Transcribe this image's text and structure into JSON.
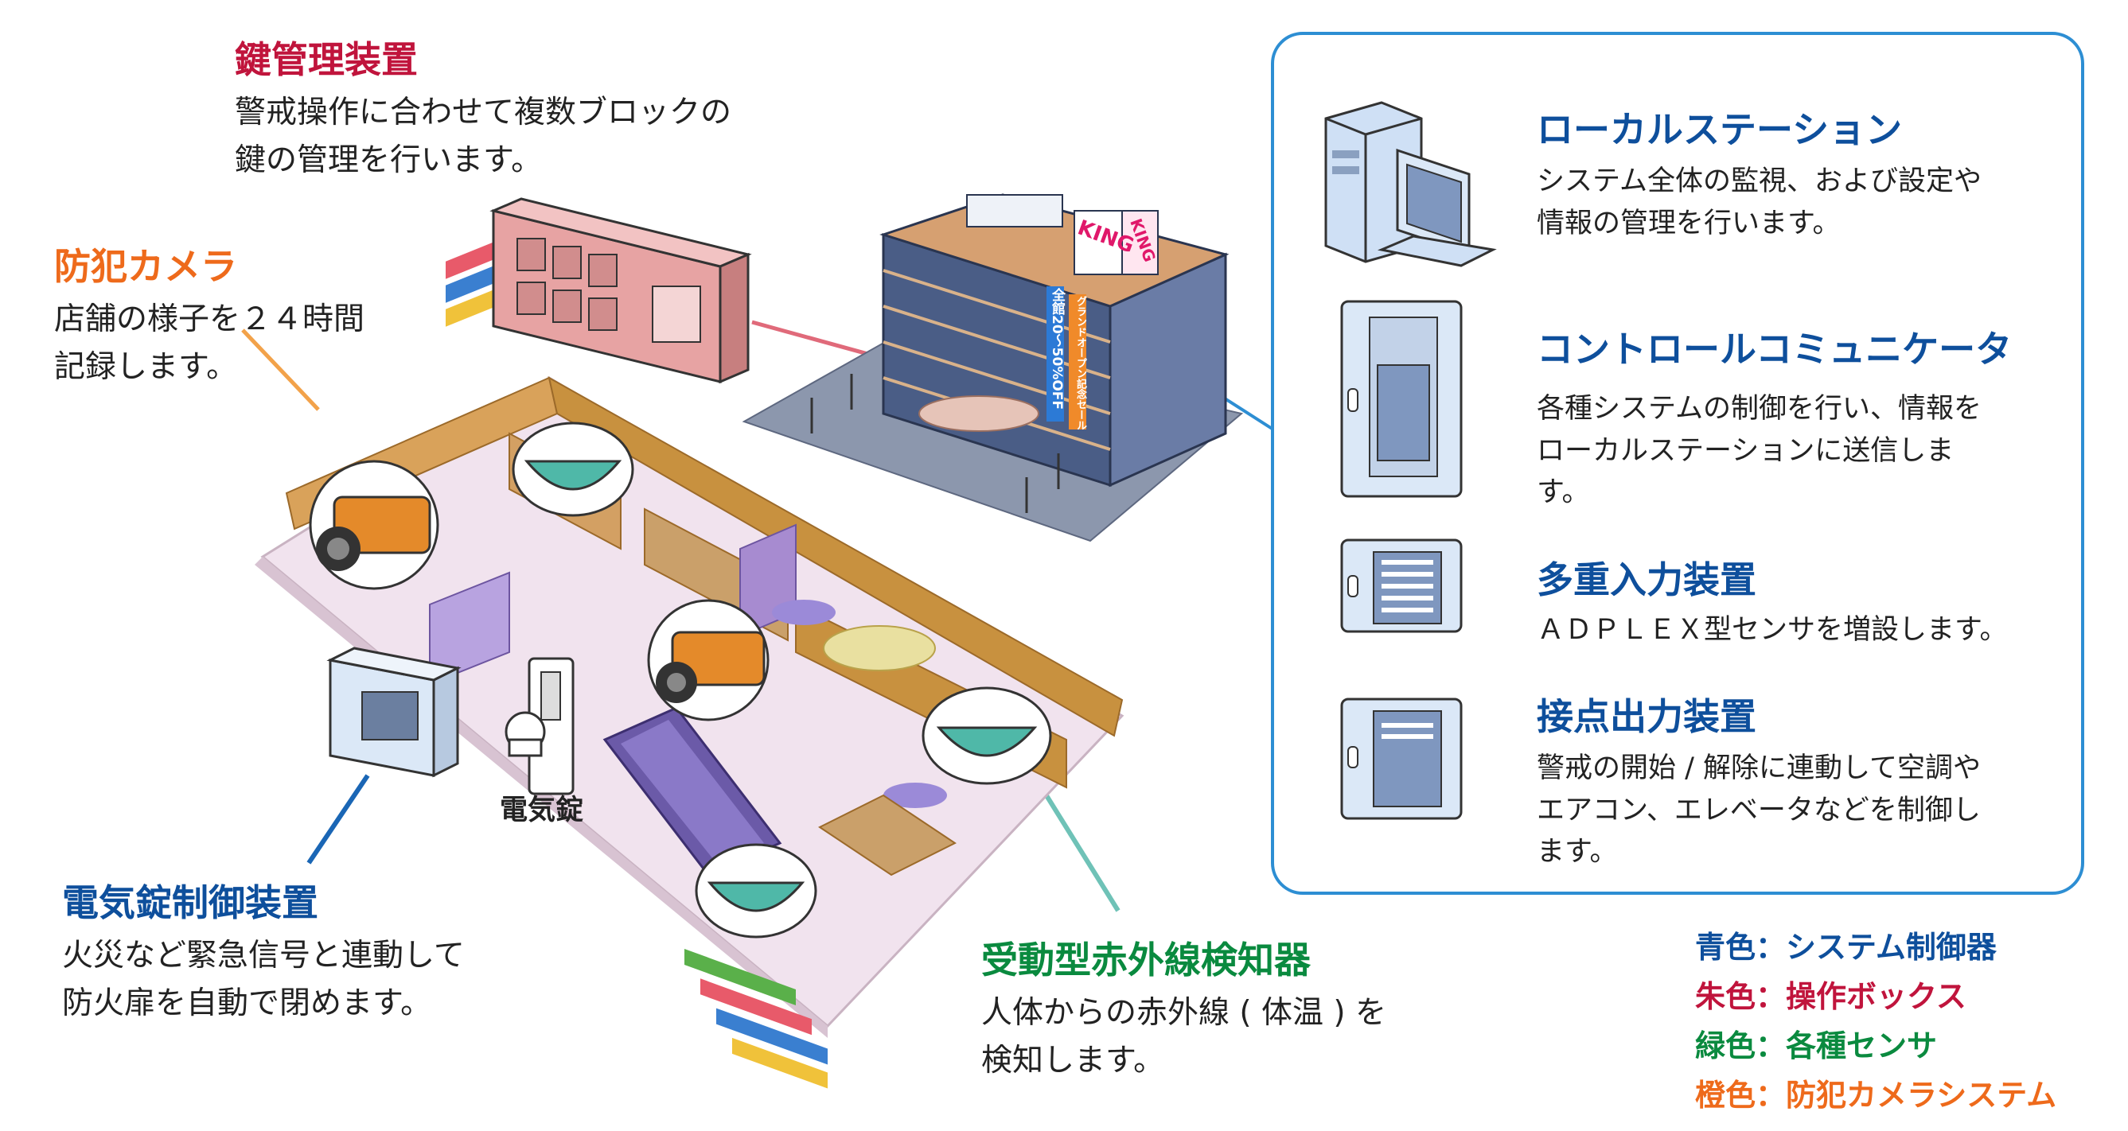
{
  "colors": {
    "blue": "#0e4f9c",
    "red": "#c0143c",
    "green": "#0a8a3f",
    "orange": "#ee6a1b",
    "panel_border": "#2d8ed3",
    "floor": "#f0e2ec",
    "wall": "#c58a3c",
    "dome": "#4fb8a8"
  },
  "callouts": {
    "key_manager": {
      "title": "鍵管理装置",
      "desc": "警戒操作に合わせて複数ブロックの\n鍵の管理を行います。"
    },
    "camera": {
      "title": "防犯カメラ",
      "desc": "店舗の様子を２４時間\n記録します。"
    },
    "electric_lock_controller": {
      "title": "電気錠制御装置",
      "desc": "火災など緊急信号と連動して\n防火扉を自動で閉めます。"
    },
    "electric_lock": {
      "label": "電気錠"
    },
    "pir_sensor": {
      "title": "受動型赤外線検知器",
      "desc": "人体からの赤外線 ( 体温 ) を\n検知します。"
    }
  },
  "building": {
    "sign_logo": "KING",
    "banner_left": "全館20〜50%OFF",
    "banner_right": "グランドオープン記念セール"
  },
  "panel": {
    "items": [
      {
        "title": "ローカルステーション",
        "desc": "システム全体の監視、および設定や\n情報の管理を行います。",
        "icon": "computer-icon"
      },
      {
        "title": "コントロールコミュニケータ",
        "desc": "各種システムの制御を行い、情報を\nローカルステーションに送信しま\nす。",
        "icon": "control-cabinet-icon"
      },
      {
        "title": "多重入力装置",
        "desc": "ＡＤＰＬＥＸ型センサを増設します。",
        "icon": "input-box-icon"
      },
      {
        "title": "接点出力装置",
        "desc": "警戒の開始 / 解除に連動して空調や\nエアコン、エレベータなどを制御し\nます。",
        "icon": "output-box-icon"
      }
    ]
  },
  "legend": [
    {
      "text": "青色：システム制御器",
      "color": "#0e4f9c"
    },
    {
      "text": "朱色：操作ボックス",
      "color": "#c0143c"
    },
    {
      "text": "緑色：各種センサ",
      "color": "#0a8a3f"
    },
    {
      "text": "橙色：防犯カメラシステム",
      "color": "#ee6a1b"
    }
  ]
}
